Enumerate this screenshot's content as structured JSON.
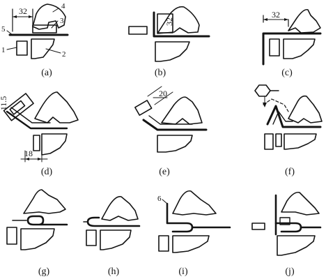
{
  "panels": [
    {
      "caption": "(a)",
      "dims": [
        "32"
      ],
      "labels": [
        "4",
        "3",
        "5",
        "1",
        "2"
      ]
    },
    {
      "caption": "(b)",
      "dims": [
        "32"
      ],
      "labels": []
    },
    {
      "caption": "(c)",
      "dims": [
        "32"
      ],
      "labels": []
    },
    {
      "caption": "(d)",
      "dims": [
        "11.5",
        "18"
      ],
      "labels": []
    },
    {
      "caption": "(e)",
      "dims": [
        "20"
      ],
      "labels": []
    },
    {
      "caption": "(f)",
      "dims": [],
      "labels": []
    },
    {
      "caption": "(g)",
      "dims": [],
      "labels": []
    },
    {
      "caption": "(h)",
      "dims": [],
      "labels": []
    },
    {
      "caption": "(i)",
      "dims": [],
      "labels": [
        "6"
      ]
    },
    {
      "caption": "(j)",
      "dims": [],
      "labels": []
    }
  ],
  "colors": {
    "ink": "#141414",
    "background": "#ffffff"
  }
}
